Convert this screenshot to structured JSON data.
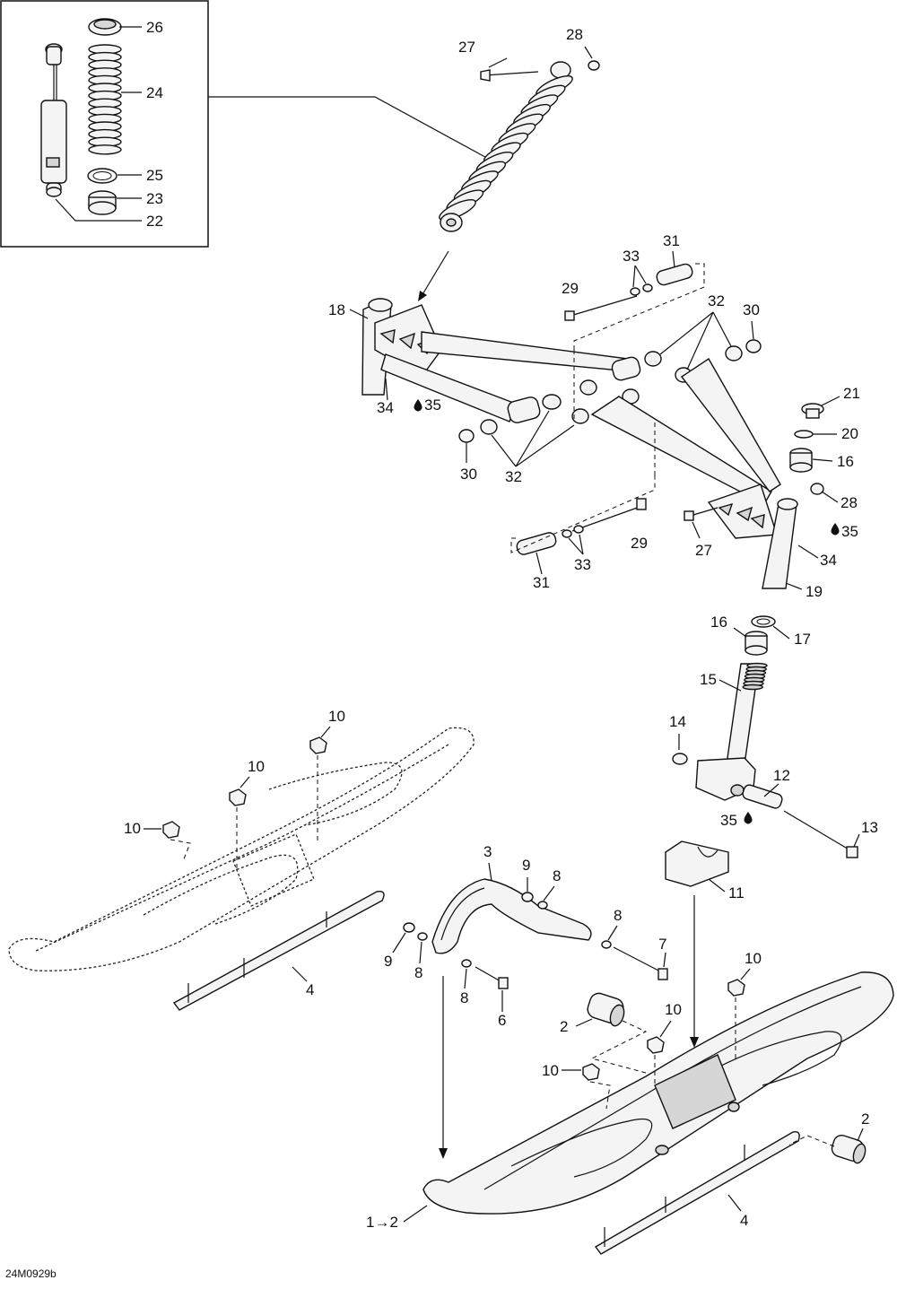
{
  "diagram": {
    "type": "exploded-parts-diagram",
    "drawing_code": "24M0929b",
    "callouts": [
      {
        "id": "c26",
        "label": "26"
      },
      {
        "id": "c24",
        "label": "24"
      },
      {
        "id": "c25",
        "label": "25"
      },
      {
        "id": "c23",
        "label": "23"
      },
      {
        "id": "c22",
        "label": "22"
      },
      {
        "id": "c27a",
        "label": "27"
      },
      {
        "id": "c28a",
        "label": "28"
      },
      {
        "id": "c31a",
        "label": "31"
      },
      {
        "id": "c33a",
        "label": "33"
      },
      {
        "id": "c29a",
        "label": "29"
      },
      {
        "id": "c18",
        "label": "18"
      },
      {
        "id": "c32a",
        "label": "32"
      },
      {
        "id": "c30a",
        "label": "30"
      },
      {
        "id": "c34a",
        "label": "34"
      },
      {
        "id": "c35a",
        "label": "35"
      },
      {
        "id": "c30b",
        "label": "30"
      },
      {
        "id": "c32b",
        "label": "32"
      },
      {
        "id": "c21",
        "label": "21"
      },
      {
        "id": "c20",
        "label": "20"
      },
      {
        "id": "c16a",
        "label": "16"
      },
      {
        "id": "c28b",
        "label": "28"
      },
      {
        "id": "c29b",
        "label": "29"
      },
      {
        "id": "c27b",
        "label": "27"
      },
      {
        "id": "c35b",
        "label": "35"
      },
      {
        "id": "c34b",
        "label": "34"
      },
      {
        "id": "c33b",
        "label": "33"
      },
      {
        "id": "c31b",
        "label": "31"
      },
      {
        "id": "c19",
        "label": "19"
      },
      {
        "id": "c16b",
        "label": "16"
      },
      {
        "id": "c17",
        "label": "17"
      },
      {
        "id": "c15",
        "label": "15"
      },
      {
        "id": "c14",
        "label": "14"
      },
      {
        "id": "c12",
        "label": "12"
      },
      {
        "id": "c35c",
        "label": "35"
      },
      {
        "id": "c13",
        "label": "13"
      },
      {
        "id": "c10a",
        "label": "10"
      },
      {
        "id": "c10b",
        "label": "10"
      },
      {
        "id": "c10c",
        "label": "10"
      },
      {
        "id": "c4a",
        "label": "4"
      },
      {
        "id": "c3",
        "label": "3"
      },
      {
        "id": "c9a",
        "label": "9"
      },
      {
        "id": "c8a",
        "label": "8"
      },
      {
        "id": "c8b",
        "label": "8"
      },
      {
        "id": "c7",
        "label": "7"
      },
      {
        "id": "c9b",
        "label": "9"
      },
      {
        "id": "c8c",
        "label": "8"
      },
      {
        "id": "c8d",
        "label": "8"
      },
      {
        "id": "c6",
        "label": "6"
      },
      {
        "id": "c11",
        "label": "11"
      },
      {
        "id": "c10d",
        "label": "10"
      },
      {
        "id": "c10e",
        "label": "10"
      },
      {
        "id": "c2a",
        "label": "2"
      },
      {
        "id": "c10f",
        "label": "10"
      },
      {
        "id": "c2b",
        "label": "2"
      },
      {
        "id": "c1to2",
        "label": "1→2"
      },
      {
        "id": "c4b",
        "label": "4"
      }
    ],
    "icons": [
      "lubricant-drop-icon"
    ]
  }
}
